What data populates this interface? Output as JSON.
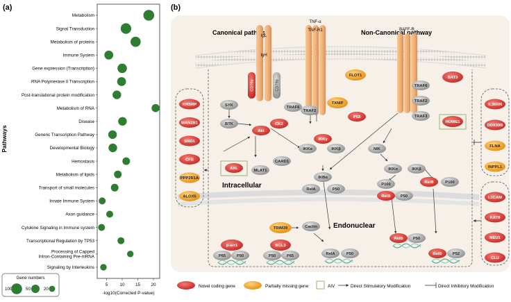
{
  "panel_a": {
    "label": "(a)",
    "y_axis_title": "Pathways",
    "x_axis_title": "-log10(Corrected P-value)",
    "legend_title": "Gene numbers",
    "legend_sizes": [
      {
        "value": 100,
        "label": "100"
      },
      {
        "value": 50,
        "label": "50"
      },
      {
        "value": 20,
        "label": "20"
      }
    ],
    "dot_color": "#2e7d32"
  },
  "chart_data": {
    "type": "scatter",
    "title": "",
    "xlabel": "-log10(Corrected P-value)",
    "ylabel": "Pathways",
    "xlim": [
      2,
      22
    ],
    "xticks": [
      5,
      10,
      15,
      20
    ],
    "grid": false,
    "legend_title": "Gene numbers",
    "legend_placement": "bottom-left",
    "categories": [
      "Metabolism",
      "Signal Transduction",
      "Metabolism of proteins",
      "Immune System",
      "Gene expression (Transcription)",
      "RNA Polymerase II Transcription",
      "Post-translational protein modification",
      "Metabolism of RNA",
      "Disease",
      "Generic Transcription Pathway",
      "Developmental Biology",
      "Hemostasis",
      "Metabolism of lipids",
      "Transport of small molecules",
      "Innate Immune System",
      "Axon guidance",
      "Cytokine Signaling in Immune system",
      "Transcriptional Regulation by TP53",
      "Processing of Capped Intron-Containing Pre-mRNA",
      "Signaling by Interleukins"
    ],
    "category_lines": [
      [
        "Metabolism"
      ],
      [
        "Signal Transduction"
      ],
      [
        "Metabolism of proteins"
      ],
      [
        "Immune System"
      ],
      [
        "Gene expression (Transcription)"
      ],
      [
        "RNA Polymerase II Transcription"
      ],
      [
        "Post-translational protein modification"
      ],
      [
        "Metabolism of RNA"
      ],
      [
        "Disease"
      ],
      [
        "Generic Transcription Pathway"
      ],
      [
        "Developmental Biology"
      ],
      [
        "Hemostasis"
      ],
      [
        "Metabolism of lipids"
      ],
      [
        "Transport of small molecules"
      ],
      [
        "Innate Immune System"
      ],
      [
        "Axon guidance"
      ],
      [
        "Cytokine Signaling in Immune system"
      ],
      [
        "Transcriptional Regulation by TP53"
      ],
      [
        "Processing of Capped",
        "Intron-Containing Pre-mRNA"
      ],
      [
        "Signaling by Interleukins"
      ]
    ],
    "x": [
      18.5,
      11.2,
      14.3,
      5.7,
      10.0,
      9.8,
      8.3,
      20.7,
      10.1,
      6.9,
      7.0,
      11.3,
      8.6,
      7.6,
      3.6,
      6.0,
      3.4,
      9.6,
      12.6,
      4.0
    ],
    "gene_numbers": [
      100,
      95,
      85,
      60,
      70,
      60,
      55,
      45,
      55,
      55,
      55,
      40,
      40,
      40,
      30,
      30,
      30,
      30,
      25,
      25
    ]
  },
  "panel_b": {
    "label": "(b)",
    "canonical_title": "Canonical pathway",
    "noncanonical_title": "Non-Canonical pathway",
    "intracellular_label": "Intracellular",
    "endonuclear_label": "Endonuclear",
    "receptor_tnfa": "TNF-α",
    "receptor_tnfr1": "TNF-R1",
    "receptor_baffr": "BAFF-R",
    "bcr_igl": "IgL",
    "bcr_igh": "IgH",
    "cd79a": "CD79a",
    "cd79b": "CD79b",
    "left_box_genes": [
      "KHSRP",
      "MAN2B1",
      "SND1",
      "CFB",
      "PPP2R1A",
      "ALOX5"
    ],
    "right_box_top_genes": [
      "IL36RN",
      "DDX39B",
      "FLNA",
      "INPPL1"
    ],
    "right_box_bottom_genes": [
      "L1CAM",
      "KAT8",
      "NEU1",
      "CLU"
    ],
    "nodes": {
      "traf6_c": "TRAF6",
      "flot1": "FLOT1",
      "txnip": "TXNIP",
      "syk": "SYK",
      "btk": "BTK",
      "akt": "Akt",
      "axl": "AXL",
      "ck2": "CK2",
      "traf2_c": "TRAF2",
      "p53": "P53",
      "ikkg": "IKKγ",
      "ikka_c": "IKKα",
      "ikkb_c": "IKKβ",
      "card1": "CARD1",
      "malt1": "MLAT1",
      "ikba": "IKBα",
      "rela_i": "RelA",
      "p50_i": "P50",
      "traf6_n": "TRAF6",
      "bat3": "BAT3",
      "traf2_n": "TRAF2",
      "traf3": "TRAF3",
      "huwe1": "HUWE1",
      "nik": "NIK",
      "ikka_n": "IKKα",
      "ikkb_n": "IKKβ",
      "p100a": "P100",
      "relb_a": "RelB",
      "p100b": "P100",
      "relb_b": "RelB",
      "p50_b": "P50",
      "trim39": "TRIM39",
      "cactin": "Cactin",
      "barr1": "β-arr1",
      "bcl3": "BCL3",
      "p65a": "P65",
      "p50_n1": "P50",
      "p50_n2": "P50",
      "p65b": "P65",
      "rela_n": "RelA",
      "p50_n3": "P50",
      "relb_n1": "RelB",
      "p50_n4": "P50",
      "relb_n2": "RelB",
      "p52": "P52"
    },
    "legend": {
      "novel": "Novel coding gene",
      "partial": "Partially missing gene",
      "aiv": "AIV",
      "stim": "Direct Stimulatory Modification",
      "inhib": "Direct Inhibitory Modification"
    },
    "colors": {
      "novel_red": "#d7332f",
      "partial_orange": "#f0a21e",
      "neutral_gray": "#9a9a9a",
      "receptor_tan": "#efb37d",
      "cell_bg": "#f6f0e9",
      "aiv_green": "#7aa84a"
    }
  }
}
